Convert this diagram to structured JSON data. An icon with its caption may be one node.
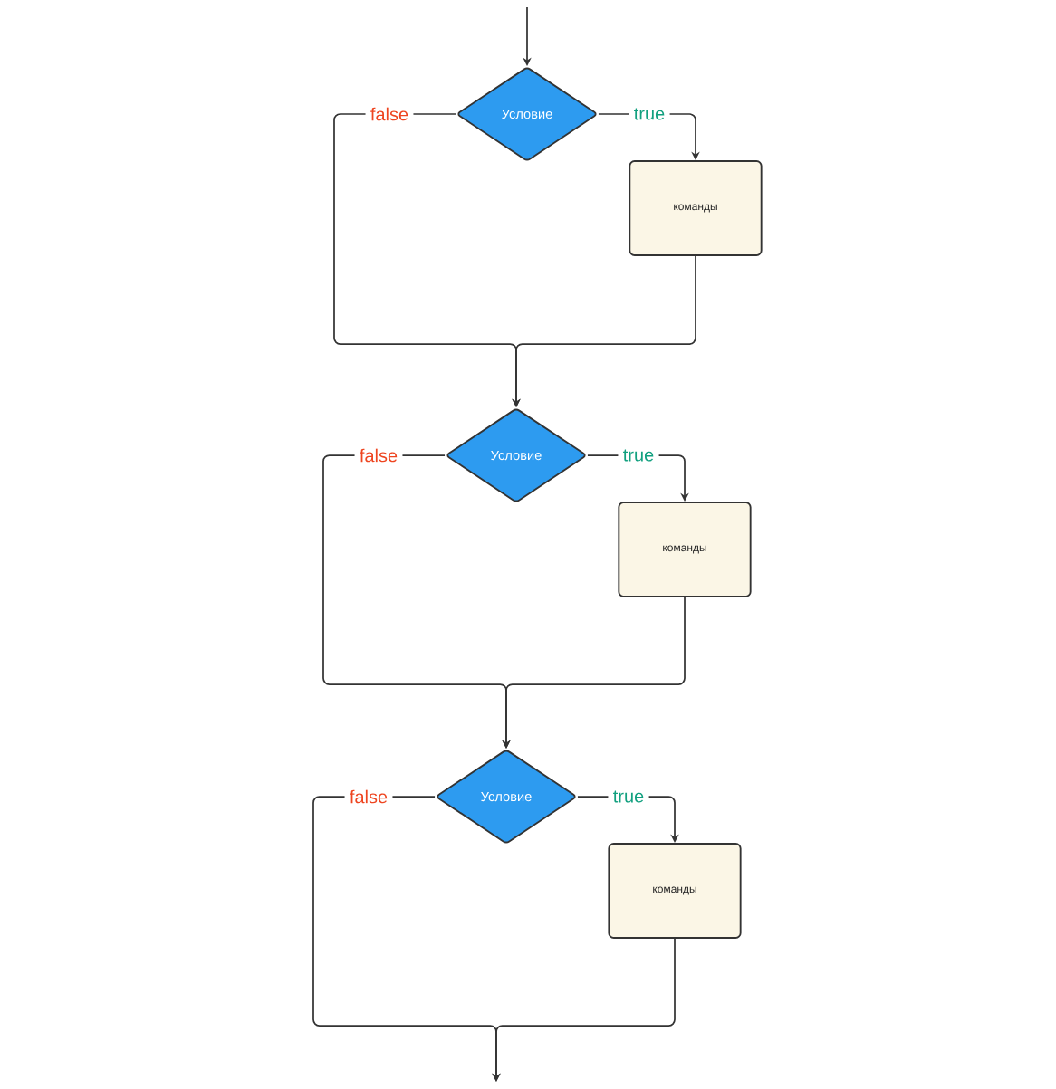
{
  "diagram": {
    "nodes": [
      {
        "text": [
          "Условие"
        ]
      },
      {
        "text": [
          "команды"
        ]
      },
      {
        "text": [
          "Условие"
        ]
      },
      {
        "text": [
          "команды"
        ]
      },
      {
        "text": [
          "Условие"
        ]
      },
      {
        "text": [
          "команды"
        ]
      }
    ],
    "edges": [
      {
        "from": null,
        "to": 0,
        "arrow": "to"
      },
      {
        "from": 0,
        "to": 1,
        "label": "true",
        "arrow": "to"
      },
      {
        "from": 0,
        "to": 2,
        "label": "false",
        "arrow": "to"
      },
      {
        "from": 1,
        "to": 2,
        "arrow": "to"
      },
      {
        "from": 2,
        "to": 3,
        "label": "true",
        "arrow": "to"
      },
      {
        "from": 2,
        "to": 4,
        "label": "false",
        "arrow": "to"
      },
      {
        "from": 3,
        "to": 4,
        "arrow": "to"
      },
      {
        "from": 4,
        "to": 5,
        "label": "true",
        "arrow": "to"
      },
      {
        "from": 4,
        "to": null,
        "label": "false",
        "arrow": "to"
      },
      {
        "from": 5,
        "to": null,
        "arrow": "to"
      }
    ]
  }
}
